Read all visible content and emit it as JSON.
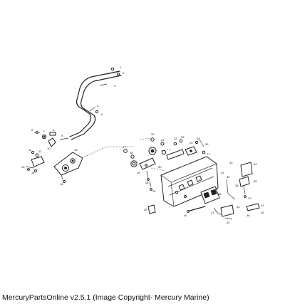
{
  "caption": "MercuryPartsOnline v2.5.1 (Image Copyright- Mercury Marine)",
  "callouts": [
    "1",
    "2",
    "3",
    "4",
    "5",
    "6",
    "7",
    "8",
    "9",
    "10",
    "11",
    "12",
    "13",
    "14",
    "15",
    "16",
    "17",
    "18",
    "19",
    "20",
    "21",
    "22",
    "23",
    "24",
    "25",
    "26",
    "27",
    "28",
    "29",
    "30",
    "31",
    "32",
    "33",
    "34",
    "35",
    "36",
    "37",
    "38",
    "39",
    "40",
    "41",
    "42",
    "43",
    "44",
    "45",
    "46"
  ]
}
